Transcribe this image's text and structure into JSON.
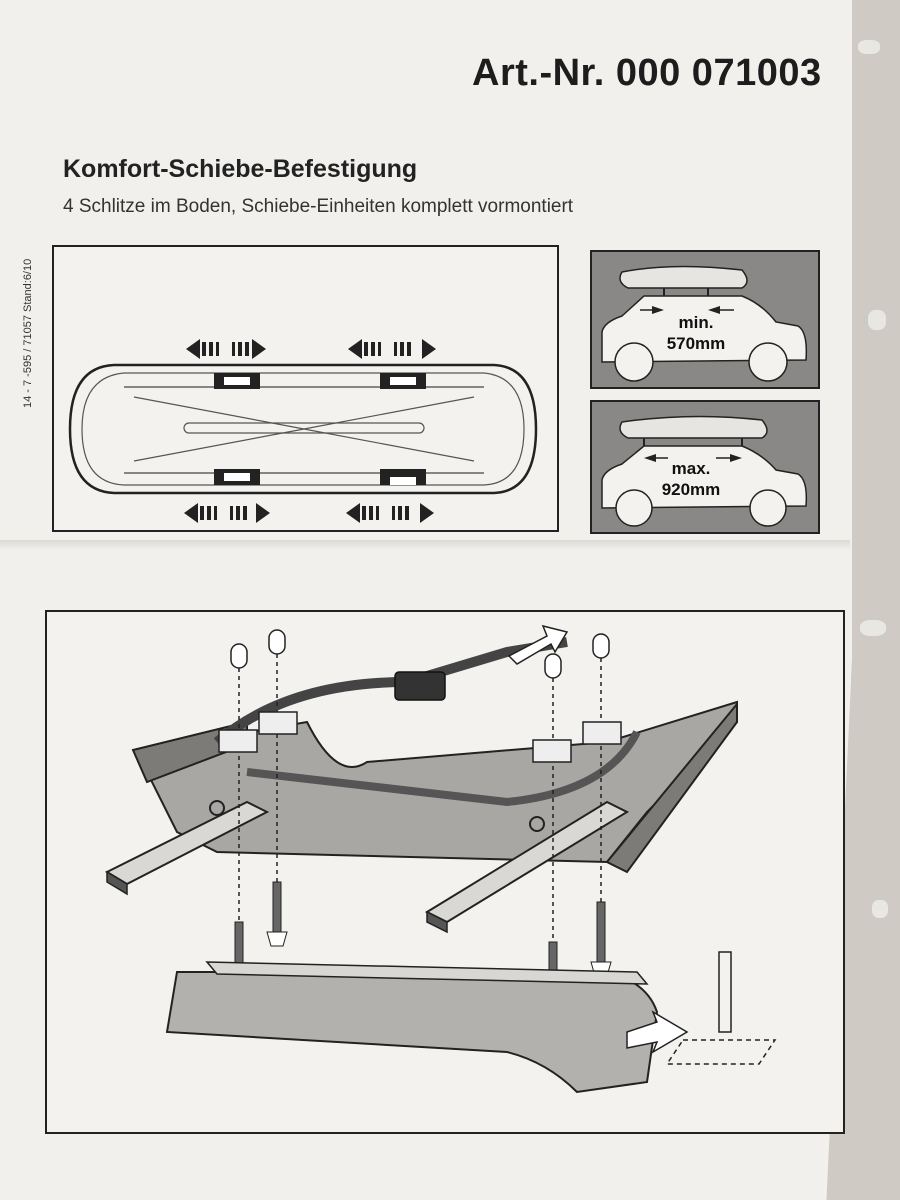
{
  "header": {
    "article_number": "Art.-Nr. 000 071003"
  },
  "title": "Komfort-Schiebe-Befestigung",
  "subtitle": "4 Schlitze im Boden, Schiebe-Einheiten komplett vormontiert",
  "side_code": "14 - 7 -595 / 71057   Stand:6/10",
  "car_diagrams": {
    "min_label": "min.\n570mm",
    "max_label": "max.\n920mm"
  },
  "colors": {
    "paper": "#f1f0ed",
    "ink": "#222222",
    "panel_gray": "#8a8886"
  }
}
